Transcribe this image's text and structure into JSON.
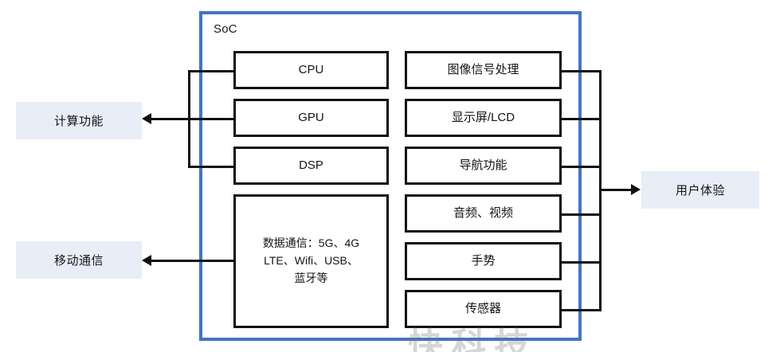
{
  "diagram": {
    "title_visible": false,
    "soc": {
      "label": "SoC",
      "border_color": "#4573C4",
      "compute_blocks": [
        {
          "label": "CPU"
        },
        {
          "label": "GPU"
        },
        {
          "label": "DSP"
        }
      ],
      "comms_block": {
        "label": "数据通信：5G、4G\nLTE、Wifi、USB、\n蓝牙等"
      },
      "feature_blocks": [
        {
          "label": "图像信号处理"
        },
        {
          "label": "显示屏/LCD"
        },
        {
          "label": "导航功能"
        },
        {
          "label": "音频、视频"
        },
        {
          "label": "手势"
        },
        {
          "label": "传感器"
        }
      ]
    },
    "outputs": {
      "left": [
        {
          "label": "计算功能",
          "bg": "#E8EDF7"
        },
        {
          "label": "移动通信",
          "bg": "#E8EDF7"
        }
      ],
      "right": [
        {
          "label": "用户体验",
          "bg": "#E8EDF7"
        }
      ]
    },
    "watermark": {
      "text": "快科技"
    }
  }
}
